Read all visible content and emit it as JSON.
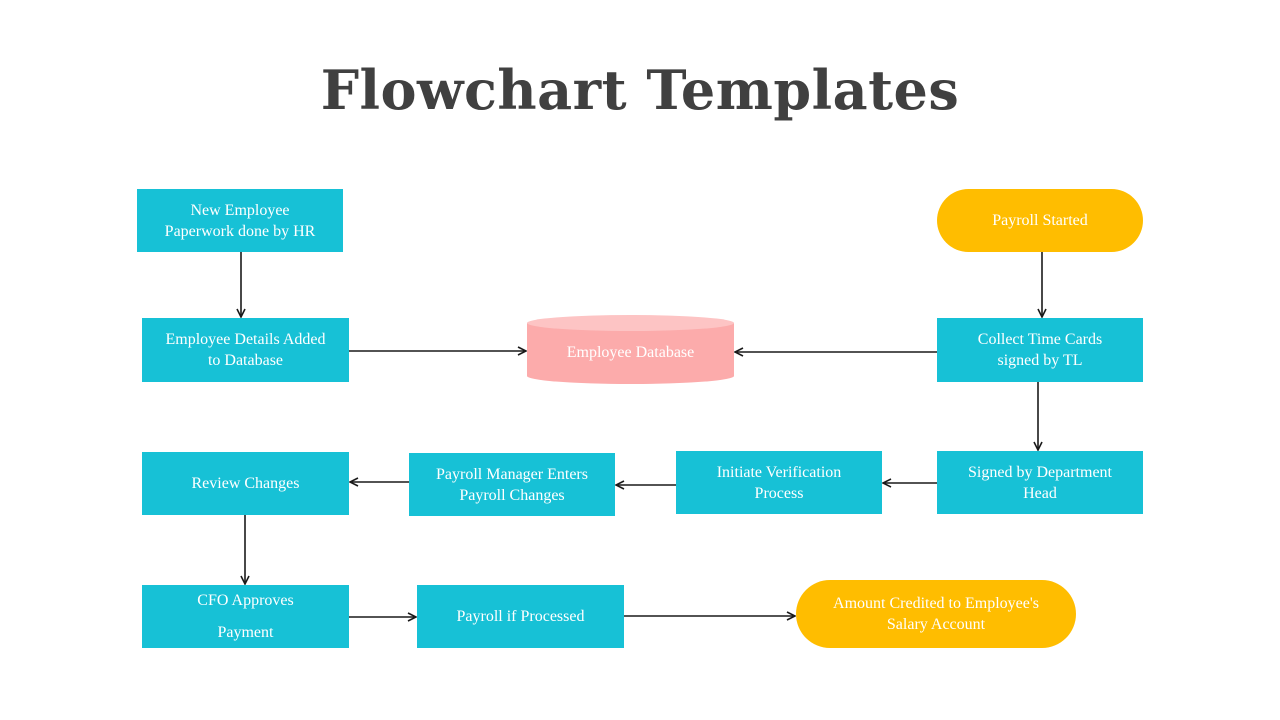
{
  "title": "Flowchart Templates",
  "colors": {
    "process": "#17c1d6",
    "terminal": "#ffbd00",
    "database": "#fcabab",
    "database_top": "#fdc4c4",
    "title": "#404040",
    "arrow": "#1a1a1a"
  },
  "nodes": {
    "new_employee": "New Employee\nPaperwork done by HR",
    "details_added": "Employee Details Added\nto Database",
    "employee_database": "Employee Database",
    "payroll_started": "Payroll Started",
    "collect_time_cards": "Collect Time Cards\nsigned by TL",
    "signed_by_head": "Signed by Department\nHead",
    "initiate_verification": "Initiate Verification\nProcess",
    "manager_enters": "Payroll Manager Enters\nPayroll Changes",
    "review_changes": "Review Changes",
    "cfo_approves": "CFO Approves\nPayment",
    "payroll_processed": "Payroll if Processed",
    "amount_credited": "Amount Credited to Employee's\nSalary Account"
  }
}
